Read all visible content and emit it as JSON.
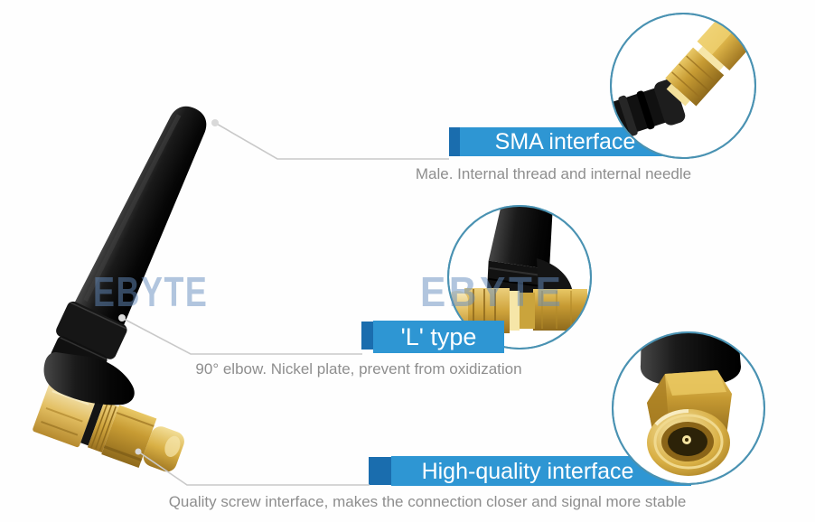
{
  "product_view": {
    "watermark": {
      "text": "EBYTE"
    },
    "callouts": [
      {
        "id": "sma-interface",
        "label": "SMA interface",
        "caption": "Male. Internal thread and internal needle"
      },
      {
        "id": "l-type",
        "label": "'L' type",
        "caption": "90° elbow. Nickel plate, prevent from oxidization"
      },
      {
        "id": "high-quality-interface",
        "label": "High-quality interface",
        "caption": "Quality screw interface, makes the connection closer and signal more stable"
      }
    ],
    "colors": {
      "banner": "#2e96d3",
      "banner_tab": "#1a6dae",
      "banner_text": "#ffffff",
      "caption_text": "#8e8e8e",
      "leader_line": "#c9c9c9",
      "callout_dot": "#d9d9d9",
      "circle_border": "#4a92b2",
      "antenna_black": "#111111",
      "connector_gold": "#d0a43c"
    }
  }
}
